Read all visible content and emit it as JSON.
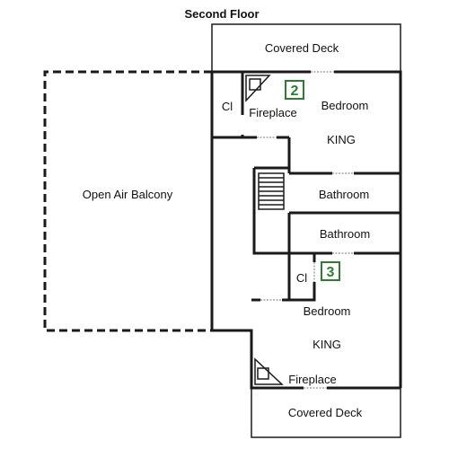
{
  "title": "Second Floor",
  "rooms": {
    "covered_deck_top": "Covered Deck",
    "closet_top": "Cl",
    "fireplace_top": "Fireplace",
    "bedroom_2": "Bedroom",
    "bed_2": "KING",
    "balcony": "Open Air Balcony",
    "bathroom_1": "Bathroom",
    "bathroom_2": "Bathroom",
    "closet_bottom": "Cl",
    "bedroom_3": "Bedroom",
    "bed_3": "KING",
    "fireplace_bottom": "Fireplace",
    "covered_deck_bottom": "Covered Deck"
  },
  "badges": {
    "bedroom_2_number": "2",
    "bedroom_3_number": "3"
  },
  "colors": {
    "badge_accent": "#2e7d32",
    "wall": "#1a1a1a"
  }
}
